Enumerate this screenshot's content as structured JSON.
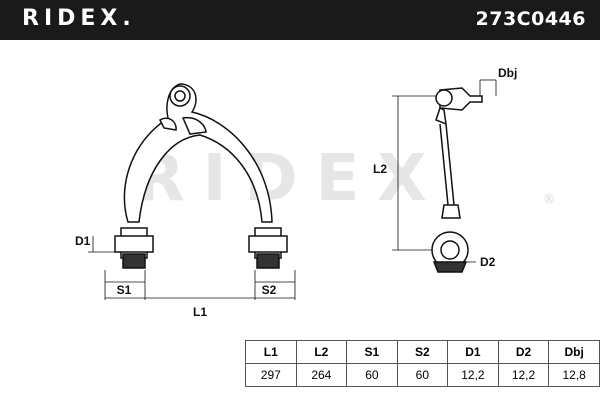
{
  "brand": "RIDEX",
  "brand_display": "RIDEX.",
  "part_number": "273C0446",
  "watermark": "RIDEX",
  "watermark_mark": "®",
  "dimensions": {
    "L1": "L1",
    "L2": "L2",
    "S1": "S1",
    "S2": "S2",
    "D1": "D1",
    "D2": "D2",
    "Dbj": "Dbj"
  },
  "specs": {
    "headers": [
      "L1",
      "L2",
      "S1",
      "S2",
      "D1",
      "D2",
      "Dbj"
    ],
    "values": [
      "297",
      "264",
      "60",
      "60",
      "12,2",
      "12,2",
      "12,8"
    ]
  },
  "colors": {
    "header_bg": "#1a1a1a",
    "watermark": "#e6e6e6",
    "line": "#111111"
  }
}
